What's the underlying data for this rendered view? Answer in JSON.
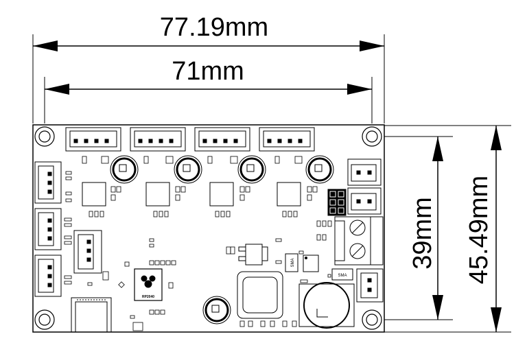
{
  "dimensions": {
    "overall_width": "77.19mm",
    "hole_spacing_x": "71mm",
    "hole_spacing_y": "39mm",
    "overall_height": "45.49mm"
  },
  "component_labels": {
    "mcu": "RP2040",
    "diode_1": "SMA",
    "diode_2": "SMA"
  },
  "colors": {
    "line": "#000000",
    "background": "#ffffff",
    "pcb_outline": "#000000"
  }
}
